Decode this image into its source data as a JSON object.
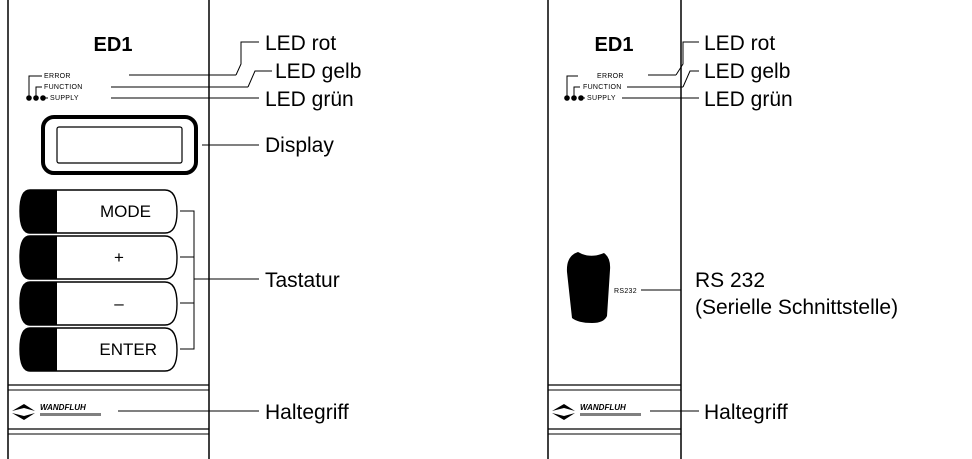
{
  "left_panel": {
    "title": "ED1",
    "led_labels": [
      "ERROR",
      "FUNCTION",
      "SUPPLY"
    ],
    "keys": [
      "MODE",
      "+",
      "–",
      "ENTER"
    ],
    "brand": "WANDFLUH"
  },
  "right_panel": {
    "title": "ED1",
    "led_labels": [
      "ERROR",
      "FUNCTION",
      "SUPPLY"
    ],
    "port_label": "RS232",
    "brand": "WANDFLUH"
  },
  "callouts_left": {
    "led_red": "LED rot",
    "led_yellow": "LED gelb",
    "led_green": "LED grün",
    "display": "Display",
    "keypad": "Tastatur",
    "handle": "Haltegriff"
  },
  "callouts_right": {
    "led_red": "LED rot",
    "led_yellow": "LED gelb",
    "led_green": "LED grün",
    "rs232_line1": "RS 232",
    "rs232_line2": "(Serielle Schnittstelle)",
    "handle": "Haltegriff"
  },
  "colors": {
    "ink": "#000000",
    "bar": "#808080"
  },
  "icons": [
    "wandfluh-logo-icon",
    "led-dot-icon",
    "rs232-port-icon"
  ]
}
